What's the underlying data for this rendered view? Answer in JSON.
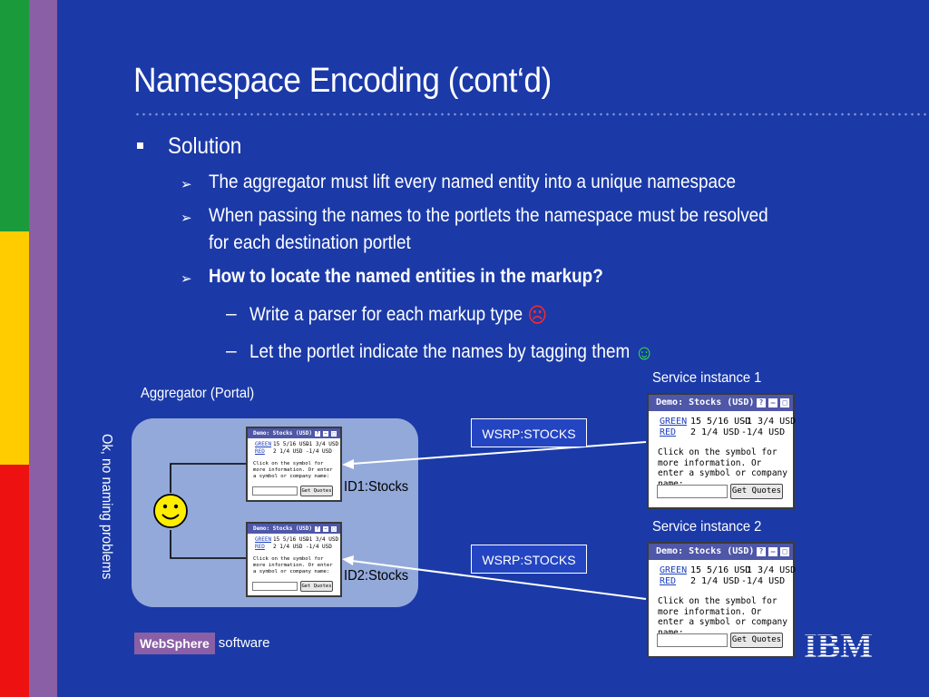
{
  "slide": {
    "title": "Namespace Encoding (cont‘d)",
    "bullet": "Solution",
    "subbullets": [
      "The aggregator must lift every named entity into a unique namespace",
      "When passing the names to the portlets the namespace must be resolved",
      "for each destination portlet",
      "How to locate the named entities in the markup?"
    ],
    "dashes": [
      "Write a parser for each markup type",
      "Let the portlet indicate the names by tagging them"
    ]
  },
  "diagram": {
    "aggregator_label": "Aggregator (Portal)",
    "vertical_label": "Ok, no naming problems",
    "service_instance_1": "Service instance 1",
    "service_instance_2": "Service instance 2",
    "wsrp_1": "WSRP:STOCKS",
    "wsrp_2": "WSRP:STOCKS",
    "id1": "ID1:Stocks",
    "id2": "ID2:Stocks"
  },
  "portlet": {
    "title": "Demo: Stocks (USD)",
    "rows": [
      {
        "symbol": "GREEN",
        "price": "15 5/16 USD",
        "change": "-1 3/4 USD"
      },
      {
        "symbol": "RED",
        "price": "2 1/4 USD",
        "change": "-1/4 USD"
      }
    ],
    "desc": "Click on the symbol for more information. Or enter a symbol or company name:",
    "button": "Get Quotes",
    "icons": [
      "?",
      "–",
      "□"
    ]
  },
  "footer": {
    "websphere": "WebSphere",
    "software": "software",
    "ibm": "IBM"
  },
  "colors": {
    "background": "#1b3aa8",
    "portal_box": "#93a9da",
    "portlet_header": "#4f57a8",
    "link": "#1e3fbf",
    "green_stripe": "#1a9a3a",
    "yellow_stripe": "#ffcc00",
    "red_stripe": "#ee1111",
    "purple_bar": "#8a5fa6",
    "smiley": "#ffee00"
  },
  "icons": {
    "sad": "sad-face-icon",
    "happy": "happy-face-icon",
    "bullet": "square-bullet-icon",
    "arrow": "arrowhead-bullet-icon"
  }
}
